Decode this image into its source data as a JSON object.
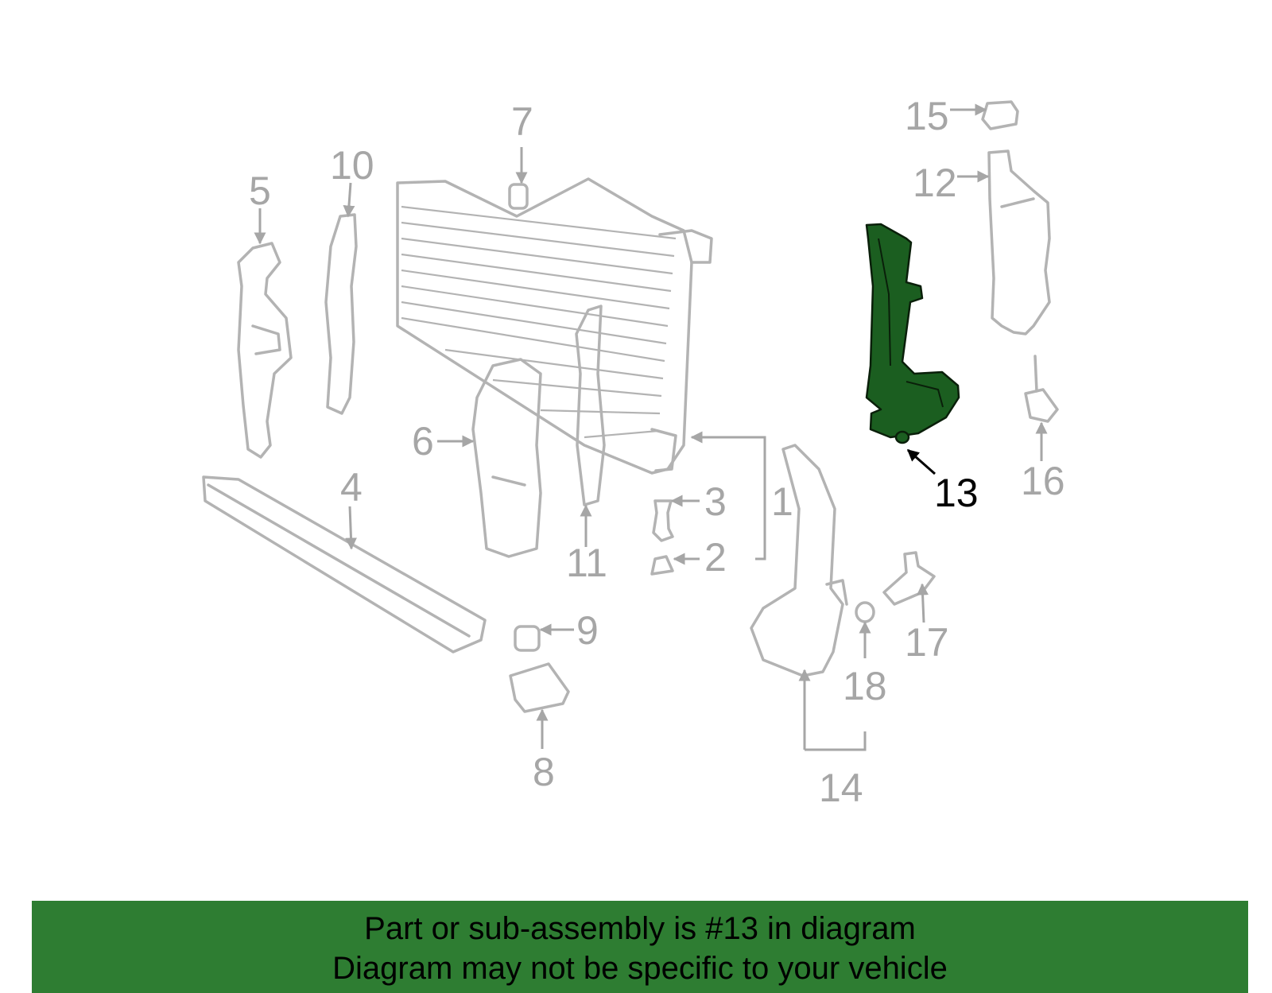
{
  "diagram": {
    "highlighted_part": "13",
    "callouts": [
      "1",
      "2",
      "3",
      "4",
      "5",
      "6",
      "7",
      "8",
      "9",
      "10",
      "11",
      "12",
      "13",
      "14",
      "15",
      "16",
      "17",
      "18"
    ]
  },
  "colors": {
    "highlight_fill": "#1b5e20",
    "banner_background": "#2e7d32",
    "part_stroke": "#b3b3b3",
    "label_gray": "#a6a6a6"
  },
  "banner": {
    "line1": "Part or sub-assembly is #13 in diagram",
    "line2": "Diagram may not be specific to your vehicle"
  }
}
